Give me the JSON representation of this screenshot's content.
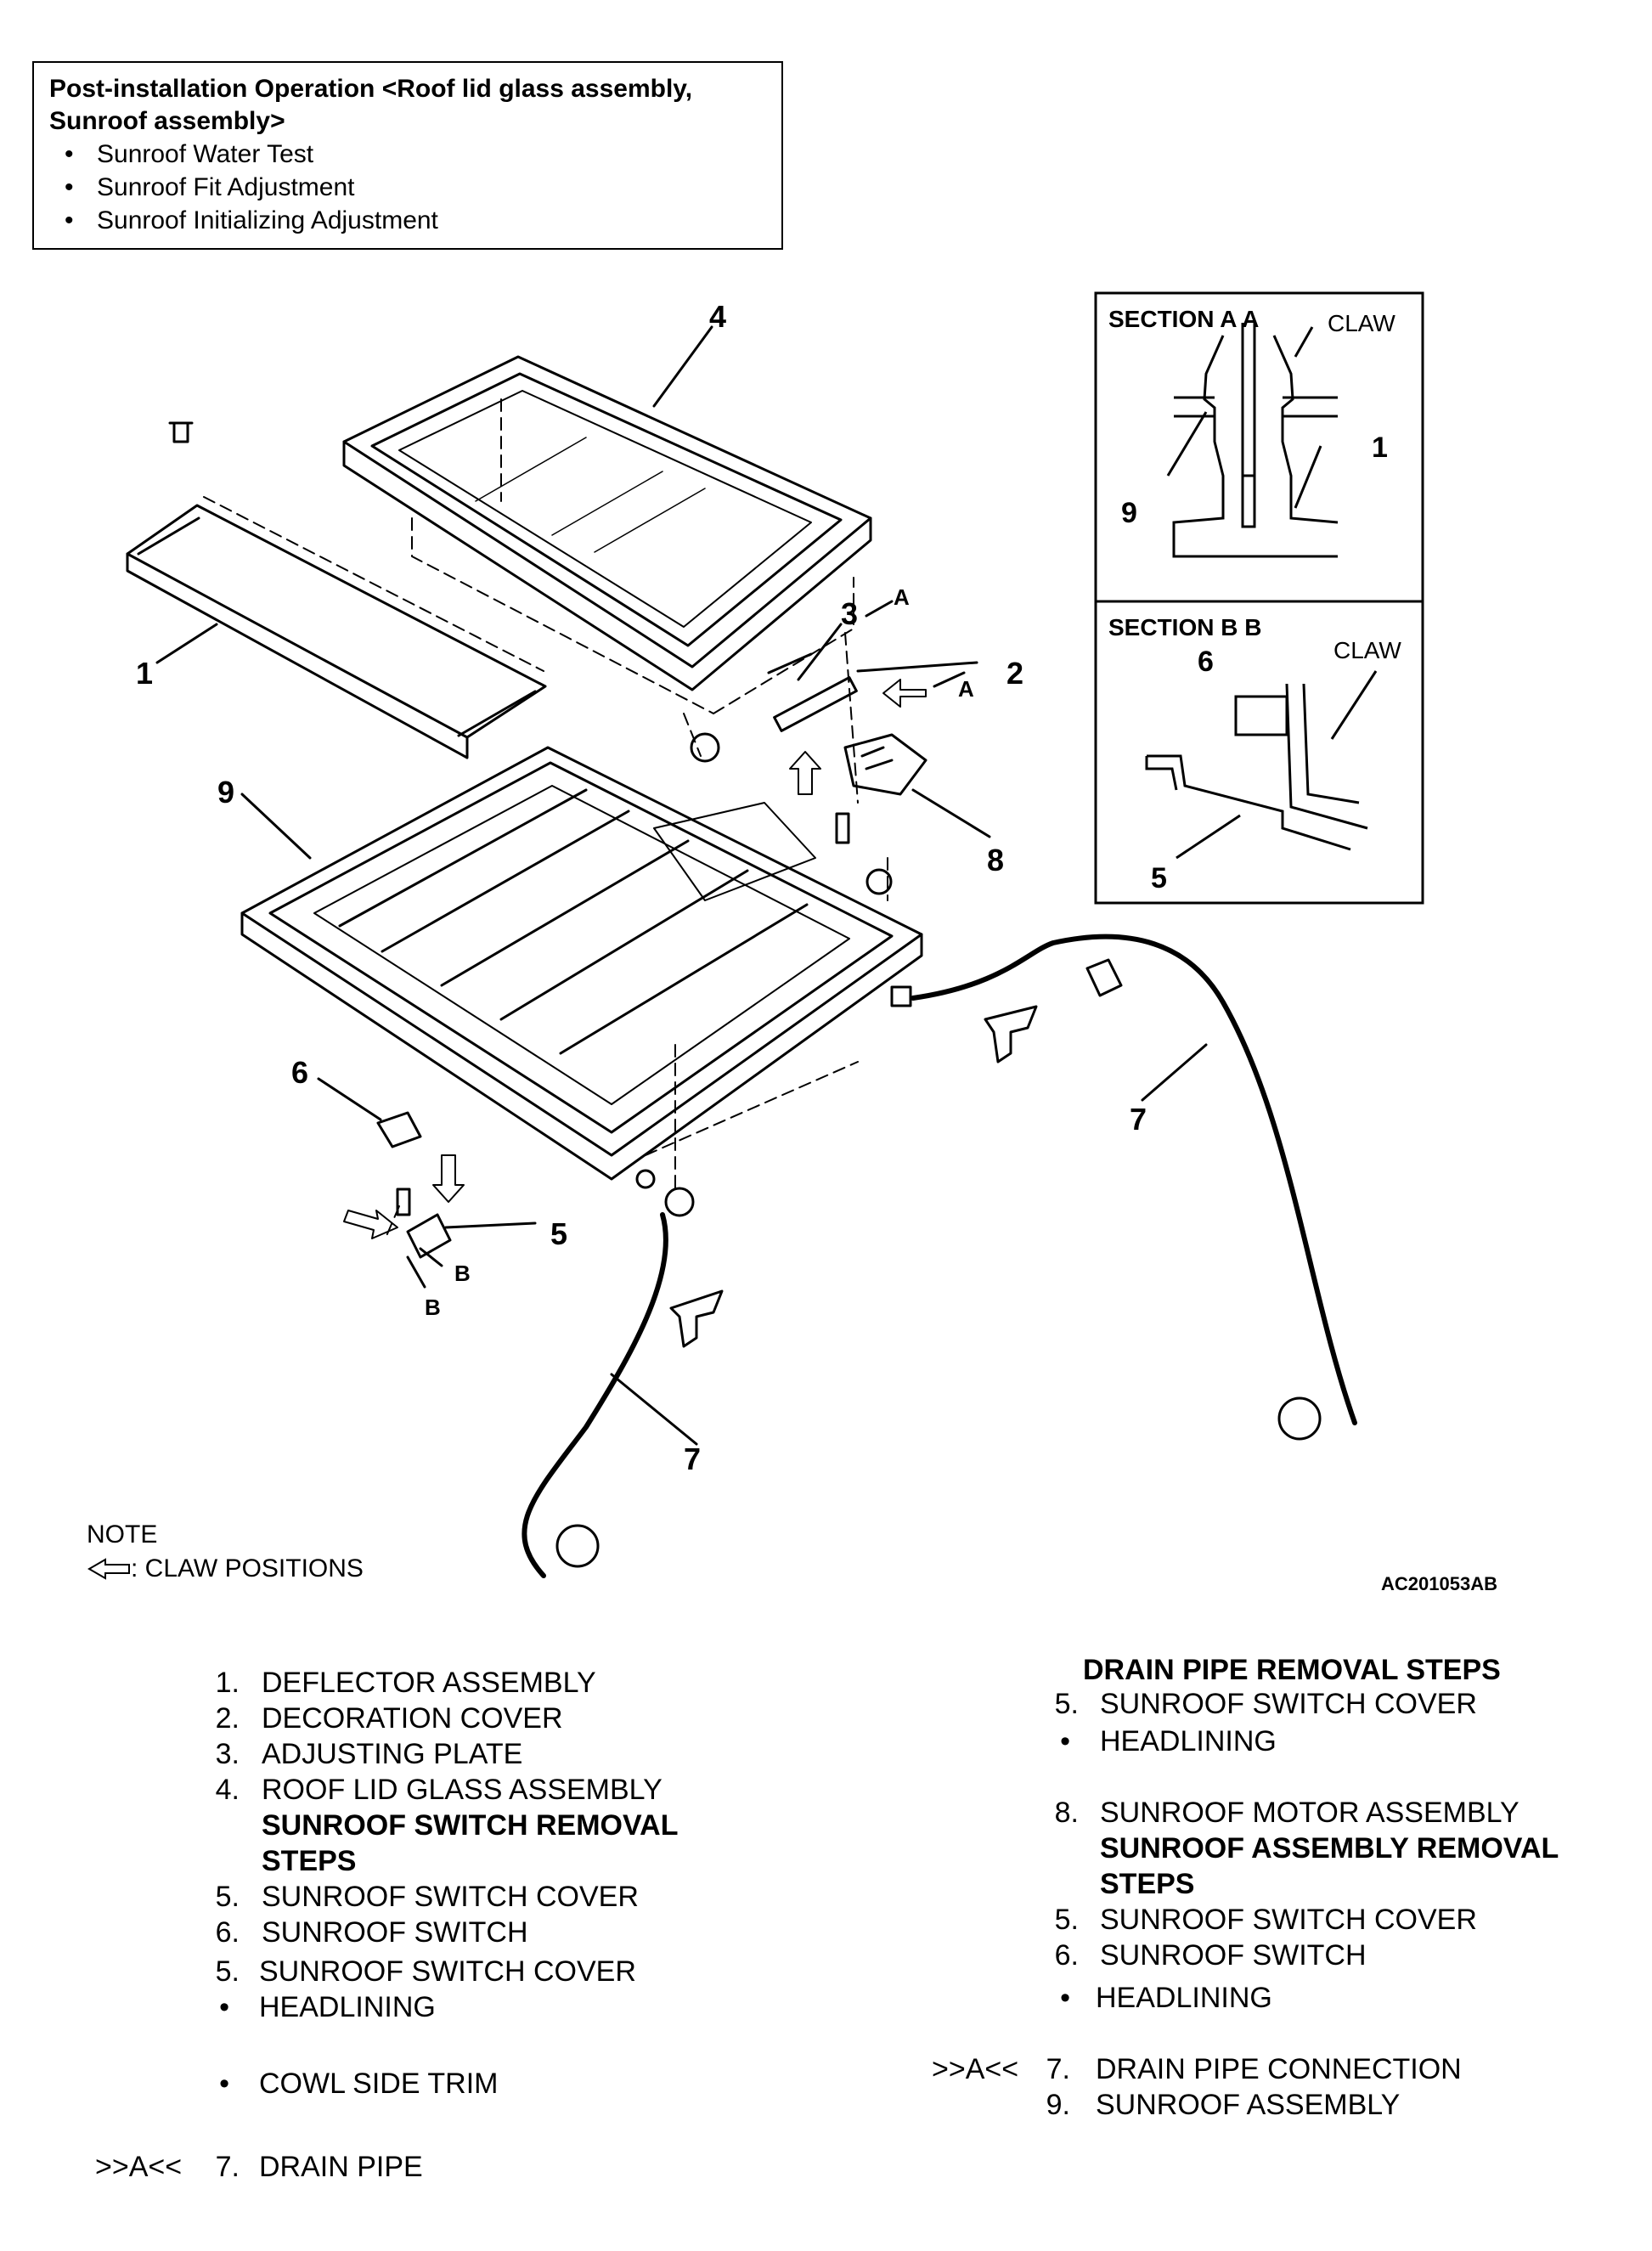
{
  "post_install": {
    "heading_line1": "Post-installation Operation <Roof lid glass assembly,",
    "heading_line2": "Sunroof assembly>",
    "items": [
      "Sunroof Water Test",
      "Sunroof Fit Adjustment",
      "Sunroof Initializing Adjustment"
    ]
  },
  "callouts": {
    "c1": "1",
    "c2": "2",
    "c3": "3",
    "c4": "4",
    "c5": "5",
    "c6": "6",
    "c7a": "7",
    "c7b": "7",
    "c8": "8",
    "c9": "9",
    "arrowA1": "A",
    "arrowA2": "A",
    "arrowB1": "B",
    "arrowB2": "B"
  },
  "section_a": {
    "title": "SECTION A  A",
    "claw": "CLAW",
    "n1": "1",
    "n9": "9"
  },
  "section_b": {
    "title": "SECTION B  B",
    "claw": "CLAW",
    "n6": "6",
    "n5": "5"
  },
  "note": {
    "title": "NOTE",
    "text": ": CLAW POSITIONS"
  },
  "figure_code": "AC201053AB",
  "left_list": {
    "r1": {
      "num": "1.",
      "text": "DEFLECTOR ASSEMBLY"
    },
    "r2": {
      "num": "2.",
      "text": "DECORATION COVER"
    },
    "r3": {
      "num": "3.",
      "text": "ADJUSTING PLATE"
    },
    "r4": {
      "num": "4.",
      "text": "ROOF LID GLASS ASSEMBLY"
    },
    "h1a": "SUNROOF SWITCH REMOVAL",
    "h1b": "STEPS",
    "r5": {
      "num": "5.",
      "text": "SUNROOF SWITCH COVER"
    },
    "r6": {
      "num": "6.",
      "text": "SUNROOF SWITCH"
    },
    "r7": {
      "num": "5.",
      "text": "SUNROOF SWITCH COVER"
    },
    "r8": {
      "num": "•",
      "text": "HEADLINING"
    },
    "r9": {
      "num": "•",
      "text": "COWL SIDE TRIM"
    },
    "r10": {
      "mark": ">>A<<",
      "num": "7.",
      "text": "DRAIN PIPE"
    }
  },
  "right_list": {
    "h0": "DRAIN PIPE REMOVAL STEPS",
    "r1": {
      "num": "5.",
      "text": "SUNROOF SWITCH COVER"
    },
    "r2": {
      "num": "•",
      "text": "HEADLINING"
    },
    "r3": {
      "num": "8.",
      "text": "SUNROOF MOTOR ASSEMBLY"
    },
    "h1a": "SUNROOF ASSEMBLY REMOVAL",
    "h1b": "STEPS",
    "r4": {
      "num": "5.",
      "text": "SUNROOF SWITCH COVER"
    },
    "r5": {
      "num": "6.",
      "text": "SUNROOF SWITCH"
    },
    "r6": {
      "num": "•",
      "text": "HEADLINING"
    },
    "r7": {
      "mark": ">>A<<",
      "num": "7.",
      "text": "DRAIN PIPE CONNECTION"
    },
    "r8": {
      "num": "9.",
      "text": "SUNROOF ASSEMBLY"
    }
  }
}
